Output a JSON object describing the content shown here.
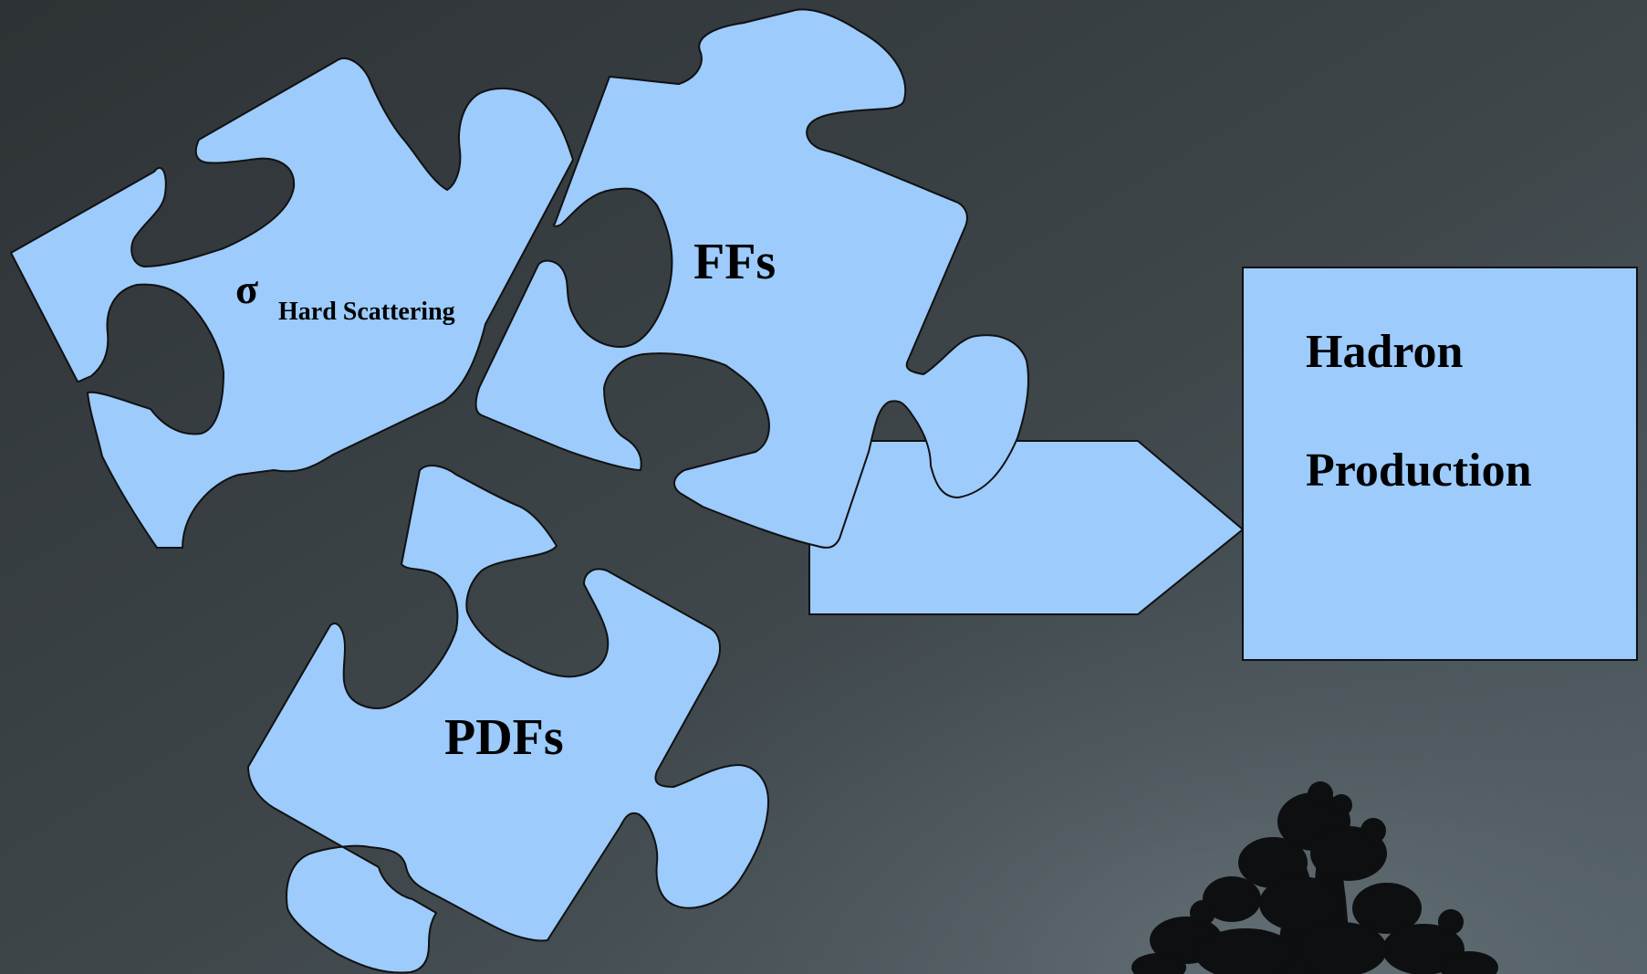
{
  "diagram": {
    "pieces": {
      "hard_scattering": {
        "symbol": "σ",
        "label": "Hard Scattering"
      },
      "ffs": {
        "label": "FFs"
      },
      "pdfs": {
        "label": "PDFs"
      }
    },
    "result_box": {
      "line1": "Hadron",
      "line2": "Production"
    }
  },
  "colors": {
    "background_top": "#2d3235",
    "background_bottom": "#56636a",
    "piece_fill": "#9ccbfc",
    "outline": "#111111",
    "text": "#000000"
  }
}
